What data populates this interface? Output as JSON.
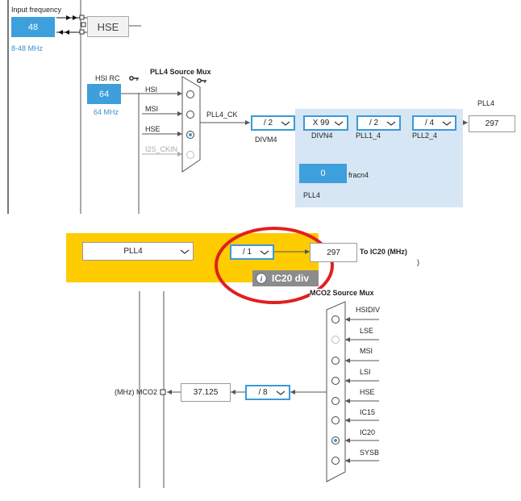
{
  "input_frequency": {
    "label": "Input frequency",
    "value": "48",
    "range": "8-48 MHz"
  },
  "hse_box": "HSE",
  "hsi_rc": {
    "label": "HSI RC",
    "value": "64",
    "freq": "64 MHz"
  },
  "pll4_mux": {
    "title": "PLL4 Source Mux",
    "inputs": [
      "HSI",
      "MSI",
      "HSE",
      "I2S_CKIN"
    ],
    "selected": "HSE",
    "output_label": "PLL4_CK"
  },
  "pll4": {
    "divm4": {
      "value": "/ 2",
      "label": "DIVM4"
    },
    "divn4": {
      "value": "X 99",
      "label": "DIVN4"
    },
    "pll1_4": {
      "value": "/ 2",
      "label": "PLL1_4"
    },
    "pll2_4": {
      "value": "/ 4",
      "label": "PLL2_4"
    },
    "output_title": "PLL4",
    "output_value": "297",
    "fracn4_value": "0",
    "fracn4_label": "fracn4",
    "box_label": "PLL4"
  },
  "ic20": {
    "source_value": "PLL4",
    "divider_value": "/ 1",
    "output_value": "297",
    "output_label": "To IC20 (MHz)",
    "tooltip": "IC20 div",
    "stray_paren": ")"
  },
  "mco2_mux": {
    "title": "MCO2 Source Mux",
    "inputs": [
      "HSIDIV",
      "LSE",
      "MSI",
      "LSI",
      "HSE",
      "IC15",
      "IC20",
      "SYSB"
    ],
    "selected": "IC20",
    "disabled": [
      "LSE"
    ]
  },
  "mco2": {
    "divider_value": "/ 8",
    "output_value": "37.125",
    "output_label": "(MHz) MCO2"
  },
  "colors": {
    "accent": "#3a9ad8",
    "pll_bg": "#d6e6f4",
    "highlight": "#ffcc00",
    "annotation": "#e02020"
  }
}
